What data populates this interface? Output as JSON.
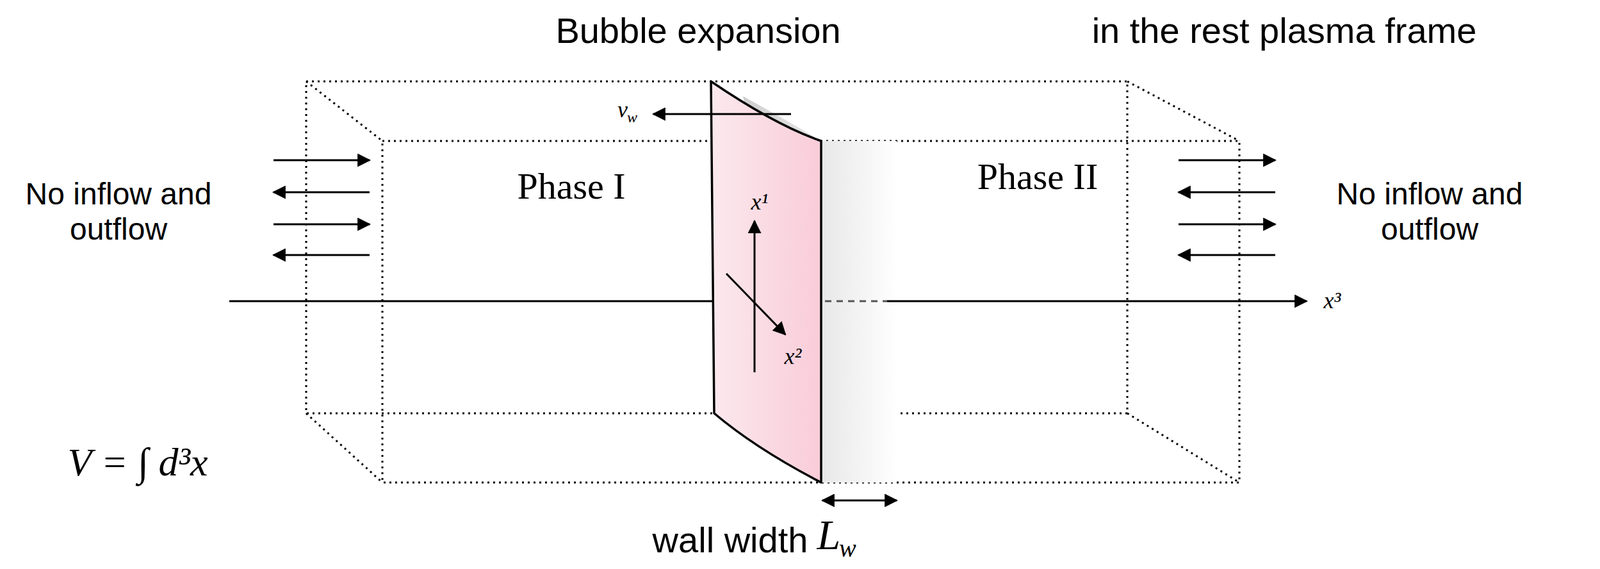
{
  "diagram": {
    "labels": [
      "Bubble expansion",
      "in the rest plasma frame",
      "No inflow and outflow",
      "No inflow and outflow",
      "Phase I",
      "Phase II",
      "v",
      "w",
      "x¹",
      "x²",
      "x³",
      "V = ∫ d³x",
      "wall width",
      "L",
      "w"
    ]
  }
}
